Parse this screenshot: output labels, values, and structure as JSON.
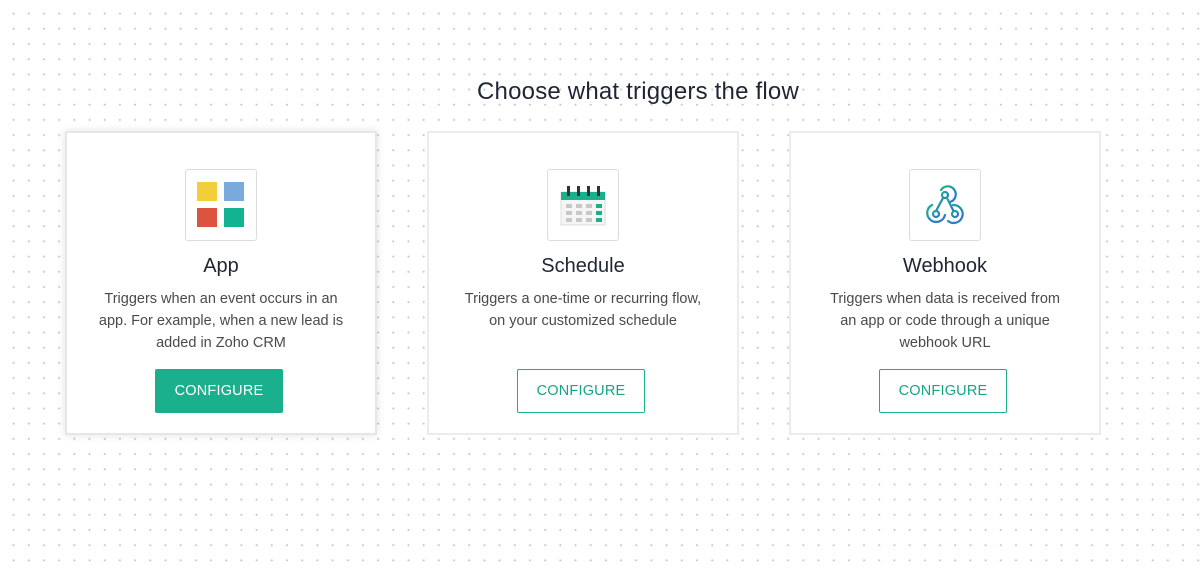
{
  "heading": "Choose what triggers the flow",
  "colors": {
    "accent": "#1bb08d"
  },
  "cards": [
    {
      "title": "App",
      "icon": "app-grid-icon",
      "description": "Triggers when an event occurs in an app. For example, when a new lead is added in Zoho CRM",
      "button_label": "CONFIGURE",
      "button_style": "primary"
    },
    {
      "title": "Schedule",
      "icon": "calendar-icon",
      "description": "Triggers a one-time or recurring flow, on your customized schedule",
      "button_label": "CONFIGURE",
      "button_style": "outline"
    },
    {
      "title": "Webhook",
      "icon": "webhook-icon",
      "description": "Triggers when data is received from an app or code through a unique webhook URL",
      "button_label": "CONFIGURE",
      "button_style": "outline"
    }
  ]
}
